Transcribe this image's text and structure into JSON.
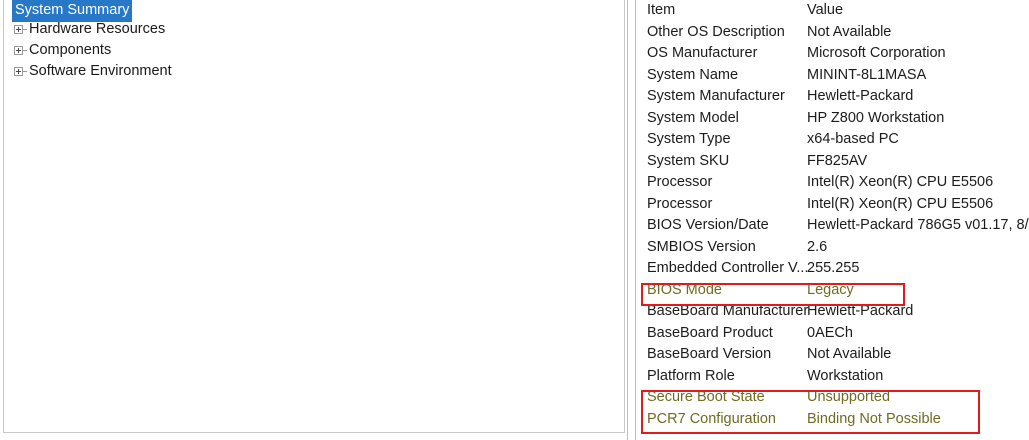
{
  "tree": {
    "root": {
      "label": "System Summary",
      "selected": true,
      "selection_color": "#2878c8"
    },
    "items": [
      {
        "label": "Hardware Resources",
        "expander": "plus-box-icon"
      },
      {
        "label": "Components",
        "expander": "plus-box-icon"
      },
      {
        "label": "Software Environment",
        "expander": "plus-box-icon"
      }
    ]
  },
  "detail": {
    "columns": {
      "item": "Item",
      "value": "Value"
    },
    "rows": [
      {
        "item": "Other OS Description",
        "value": "Not Available",
        "highlighted": false
      },
      {
        "item": "OS Manufacturer",
        "value": "Microsoft Corporation",
        "highlighted": false
      },
      {
        "item": "System Name",
        "value": "MININT-8L1MASA",
        "highlighted": false
      },
      {
        "item": "System Manufacturer",
        "value": "Hewlett-Packard",
        "highlighted": false
      },
      {
        "item": "System Model",
        "value": "HP Z800 Workstation",
        "highlighted": false
      },
      {
        "item": "System Type",
        "value": "x64-based PC",
        "highlighted": false
      },
      {
        "item": "System SKU",
        "value": "FF825AV",
        "highlighted": false
      },
      {
        "item": "Processor",
        "value": "Intel(R) Xeon(R) CPU          E5506",
        "highlighted": false
      },
      {
        "item": "Processor",
        "value": "Intel(R) Xeon(R) CPU          E5506",
        "highlighted": false
      },
      {
        "item": "BIOS Version/Date",
        "value": "Hewlett-Packard 786G5 v01.17, 8/",
        "highlighted": false
      },
      {
        "item": "SMBIOS Version",
        "value": "2.6",
        "highlighted": false
      },
      {
        "item": "Embedded Controller V...",
        "value": "255.255",
        "highlighted": false
      },
      {
        "item": "BIOS Mode",
        "value": "Legacy",
        "highlighted": true
      },
      {
        "item": "BaseBoard Manufacturer",
        "value": "Hewlett-Packard",
        "highlighted": false
      },
      {
        "item": "BaseBoard Product",
        "value": "0AECh",
        "highlighted": false
      },
      {
        "item": "BaseBoard Version",
        "value": "Not Available",
        "highlighted": false
      },
      {
        "item": "Platform Role",
        "value": "Workstation",
        "highlighted": false
      },
      {
        "item": "Secure Boot State",
        "value": "Unsupported",
        "highlighted": true
      },
      {
        "item": "PCR7 Configuration",
        "value": "Binding Not Possible",
        "highlighted": true
      }
    ]
  },
  "annotations": {
    "color": "#e01b1b",
    "boxes": [
      {
        "name": "bios-mode-highlight",
        "targets": [
          "BIOS Mode"
        ]
      },
      {
        "name": "secure-boot-highlight",
        "targets": [
          "Secure Boot State",
          "PCR7 Configuration"
        ]
      }
    ]
  }
}
